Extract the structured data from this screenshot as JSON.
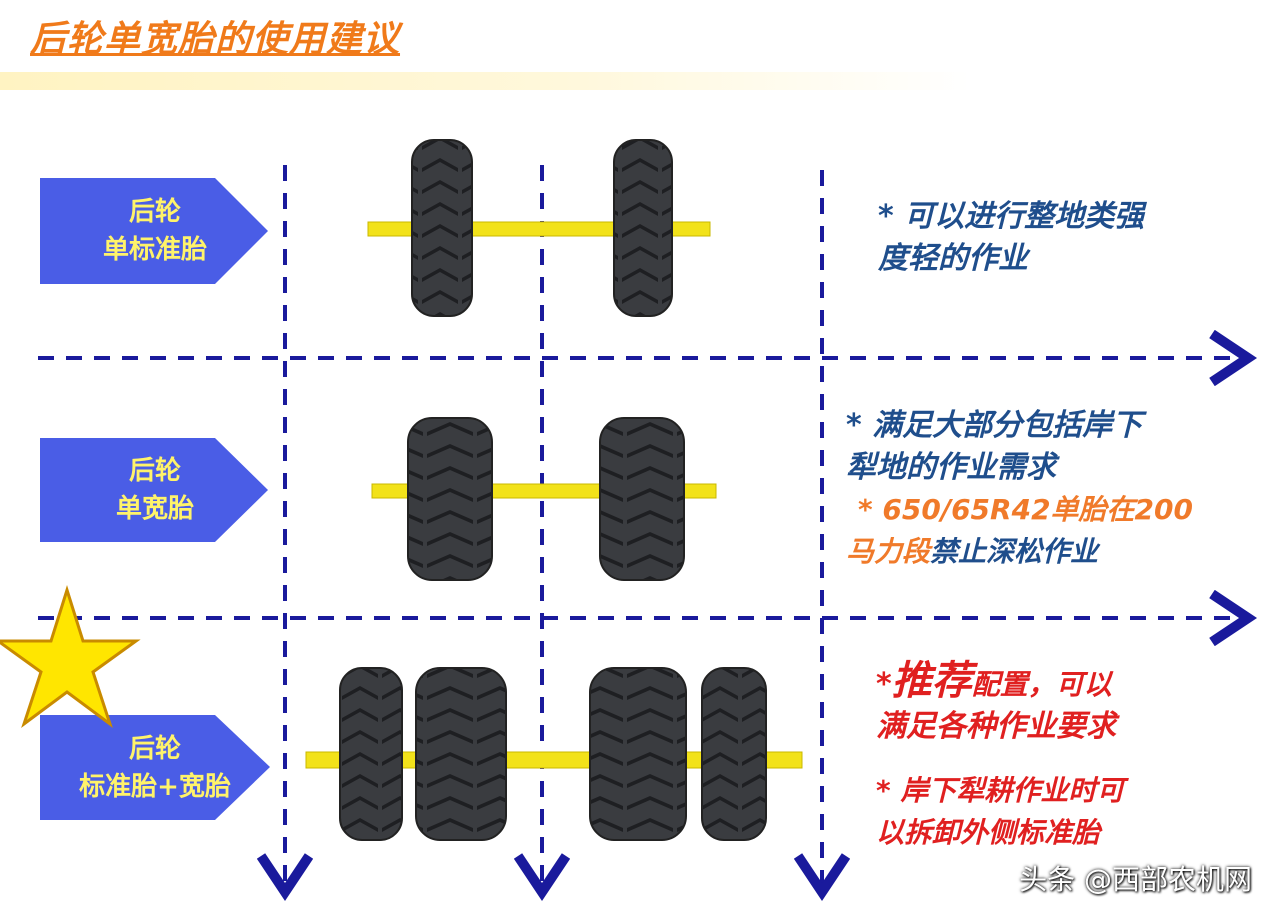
{
  "title": "后轮单宽胎的使用建议",
  "rows": [
    {
      "label_line1": "后轮",
      "label_line2": "单标准胎"
    },
    {
      "label_line1": "后轮",
      "label_line2": "单宽胎"
    },
    {
      "label_line1": "后轮",
      "label_line2": "标准胎+宽胎"
    }
  ],
  "notes": {
    "row1": {
      "line1": "* 可以进行整地类强",
      "line2": "度轻的作业"
    },
    "row2": {
      "line1": "* 满足大部分包括岸下",
      "line2": "犁地的作业需求",
      "line3_orange": "* 650/65R42单胎在200",
      "line4_orange": "马力段",
      "line4_blue": "禁止深松作业"
    },
    "row3": {
      "star_prefix": "*",
      "emphasis": "推荐",
      "line1_rest": "配置，可以",
      "line2": "满足各种作业要求",
      "line3": "* 岸下犁耕作业时可",
      "line4": "以拆卸外侧标准胎"
    }
  },
  "watermark": "头条 @西部农机网",
  "colors": {
    "title": "#f07a1a",
    "label_bg": "#4a5de6",
    "label_text": "#fff36a",
    "dash": "#1a1a9c",
    "axle": "#f2e21a",
    "tire": "#3a3c40",
    "note_blue": "#1f4e8c",
    "note_orange": "#f07a2a",
    "note_red": "#e02020",
    "star": "#ffe600"
  }
}
